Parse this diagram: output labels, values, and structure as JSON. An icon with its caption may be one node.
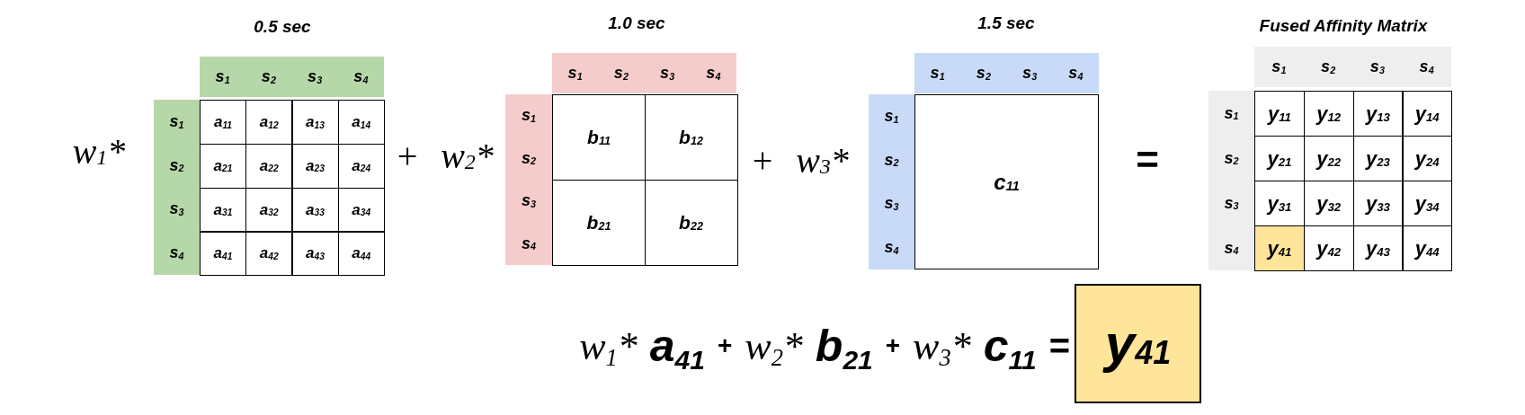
{
  "diagram": {
    "labels": [
      "0.5 sec",
      "1.0 sec",
      "1.5 sec",
      "Fused Affinity Matrix",
      "w$_{1}$*",
      "s$_{1}$",
      "s$_{2}$",
      "s$_{3}$",
      "s$_{4}$",
      "s$_{1}$",
      "a$_{11}$",
      "a$_{12}$",
      "a$_{13}$",
      "a$_{14}$",
      "s$_{2}$",
      "a$_{21}$",
      "a$_{22}$",
      "a$_{23}$",
      "a$_{24}$",
      "s$_{3}$",
      "a$_{31}$",
      "a$_{32}$",
      "a$_{33}$",
      "a$_{34}$",
      "s$_{4}$",
      "a$_{41}$",
      "a$_{42}$",
      "a$_{43}$",
      "a$_{44}$",
      "+ w$_{2}$*",
      "s$_{1}$",
      "s$_{2}$",
      "s$_{3}$",
      "s$_{4}$",
      "s$_{1}$",
      "s$_{2}$",
      "s$_{3}$",
      "s$_{4}$",
      "b$_{11}$",
      "b$_{12}$",
      "b$_{21}$",
      "b$_{22}$",
      "+ w$_{3}$*",
      "s$_{1}$",
      "s$_{2}$",
      "s$_{3}$",
      "s$_{4}$",
      "s$_{1}$",
      "s$_{2}$",
      "s$_{3}$",
      "s$_{4}$",
      "c$_{11}$",
      "=",
      "s$_{1}$",
      "s$_{2}$",
      "s$_{3}$",
      "s$_{4}$",
      "s$_{1}$",
      "y$_{11}$",
      "y$_{12}$",
      "y$_{13}$",
      "y$_{14}$",
      "s$_{2}$",
      "y$_{21}$",
      "y$_{22}$",
      "y$_{23}$",
      "y$_{24}$",
      "s$_{3}$",
      "y$_{31}$",
      "y$_{32}$",
      "y$_{33}$",
      "y$_{34}$",
      "s$_{4}$",
      "y$_{41}$",
      "y$_{42}$",
      "y$_{43}$",
      "y$_{44}$",
      "w$_{1}$*",
      "a$_{41}$",
      "+",
      "w$_{2}$*",
      "b$_{21}$",
      "+",
      "w$_{3}$*",
      "c$_{11}$",
      "=",
      "y$_{41}$"
    ]
  }
}
